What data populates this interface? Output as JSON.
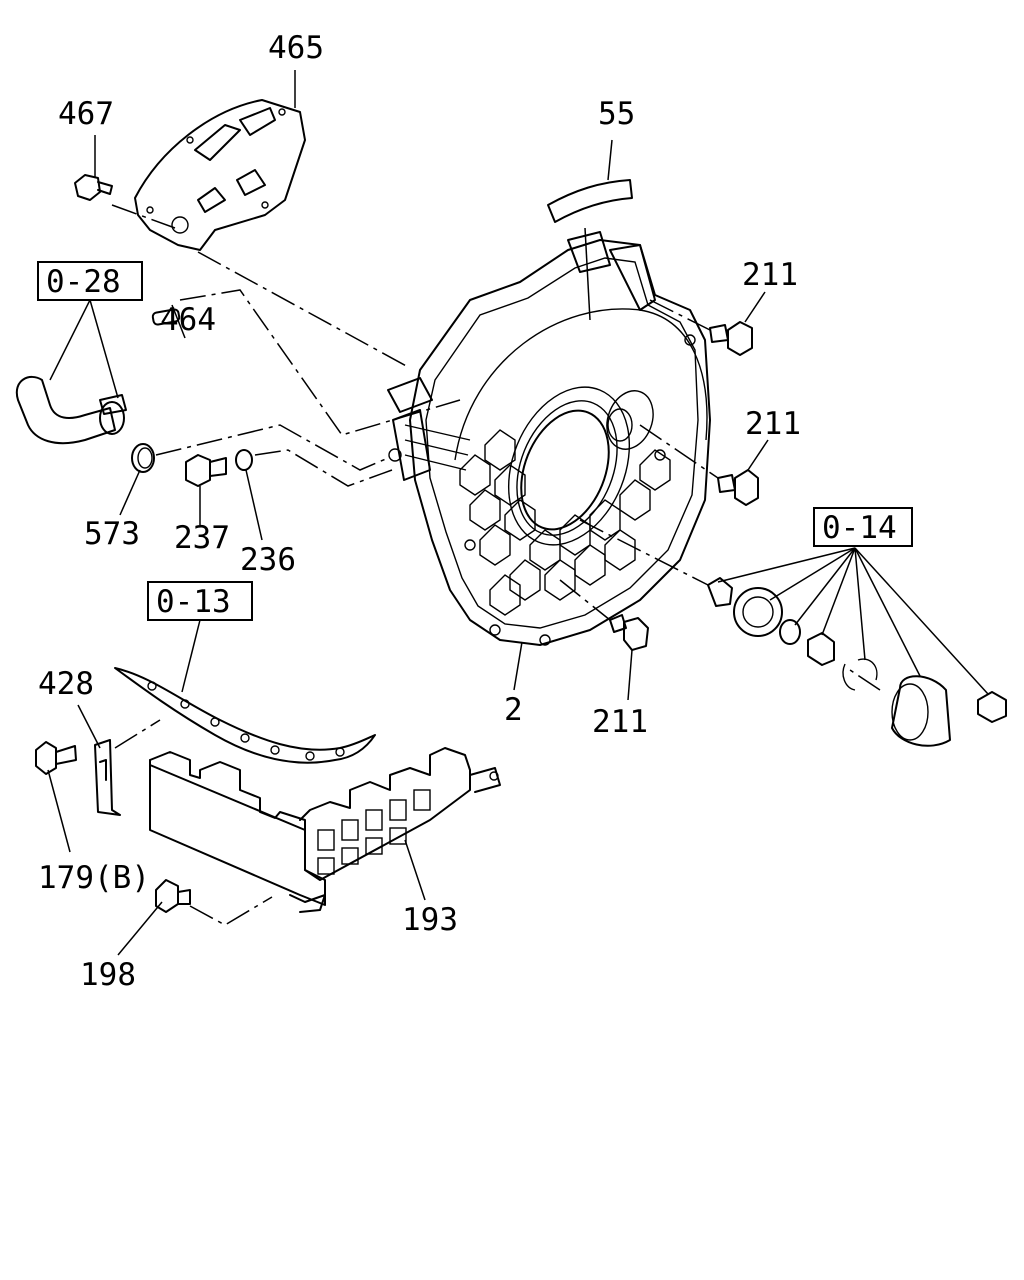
{
  "labels": {
    "p465": "465",
    "p467": "467",
    "p55": "55",
    "p0_28": "0-28",
    "p464": "464",
    "p211_a": "211",
    "p211_b": "211",
    "p211_c": "211",
    "p573": "573",
    "p237": "237",
    "p236": "236",
    "p0_14": "0-14",
    "p0_13": "0-13",
    "p428": "428",
    "p2": "2",
    "p179b": "179(B)",
    "p193": "193",
    "p198": "198"
  }
}
